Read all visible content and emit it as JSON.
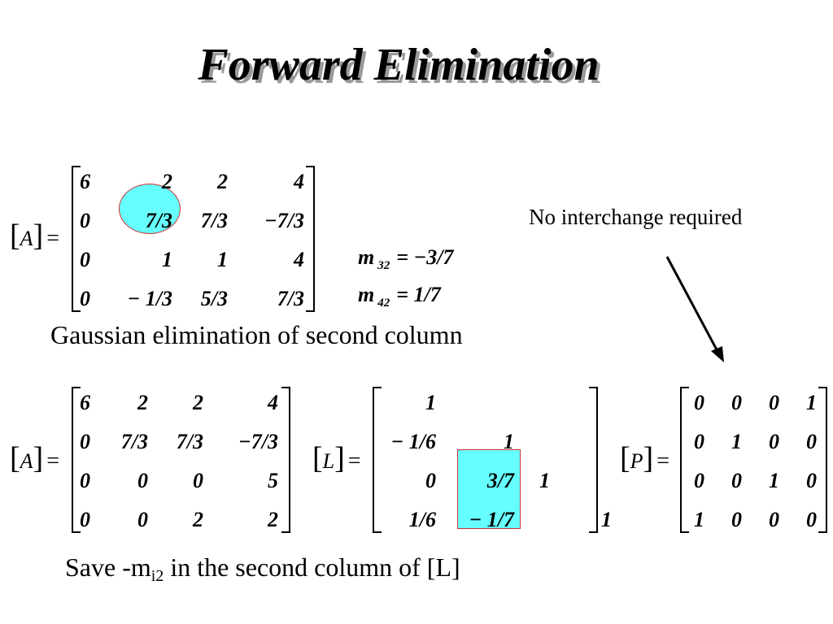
{
  "title": "Forward Elimination",
  "note": "No interchange required",
  "caption1": "Gaussian elimination of second column",
  "caption2": {
    "prefix": "Save -m",
    "sub": "i2",
    "suffix": " in the second column of [L]"
  },
  "top_matrix": {
    "name": "A",
    "open": "[",
    "close": "]",
    "eq": "=",
    "rows": [
      [
        "6",
        "2",
        "2",
        "4"
      ],
      [
        "0",
        "7/3",
        "7/3",
        "−7/3"
      ],
      [
        "0",
        "1",
        "1",
        "4"
      ],
      [
        "0",
        "− 1/3",
        "5/3",
        "7/3"
      ]
    ]
  },
  "multipliers": [
    {
      "symbol": "m",
      "sub": "32",
      "value": "= −3/7"
    },
    {
      "symbol": "m",
      "sub": "42",
      "value": "= 1/7"
    }
  ],
  "bottom_a": {
    "name": "A",
    "open": "[",
    "close": "]",
    "eq": "=",
    "rows": [
      [
        "6",
        "2",
        "2",
        "4"
      ],
      [
        "0",
        "7/3",
        "7/3",
        "−7/3"
      ],
      [
        "0",
        "0",
        "0",
        "5"
      ],
      [
        "0",
        "0",
        "2",
        "2"
      ]
    ]
  },
  "bottom_l": {
    "name": "L",
    "open": "[",
    "close": "]",
    "eq": "=",
    "rows": [
      [
        "1",
        "",
        "",
        ""
      ],
      [
        "− 1/6",
        "1",
        "",
        ""
      ],
      [
        "0",
        "3/7",
        "1",
        ""
      ],
      [
        "1/6",
        "− 1/7",
        "",
        "1"
      ]
    ]
  },
  "bottom_p": {
    "name": "P",
    "open": "[",
    "close": "]",
    "eq": "=",
    "rows": [
      [
        "0",
        "0",
        "0",
        "1"
      ],
      [
        "0",
        "1",
        "0",
        "0"
      ],
      [
        "0",
        "0",
        "1",
        "0"
      ],
      [
        "1",
        "0",
        "0",
        "0"
      ]
    ]
  },
  "colors": {
    "highlight": "#66ffff",
    "highlight_border": "#d03030"
  }
}
